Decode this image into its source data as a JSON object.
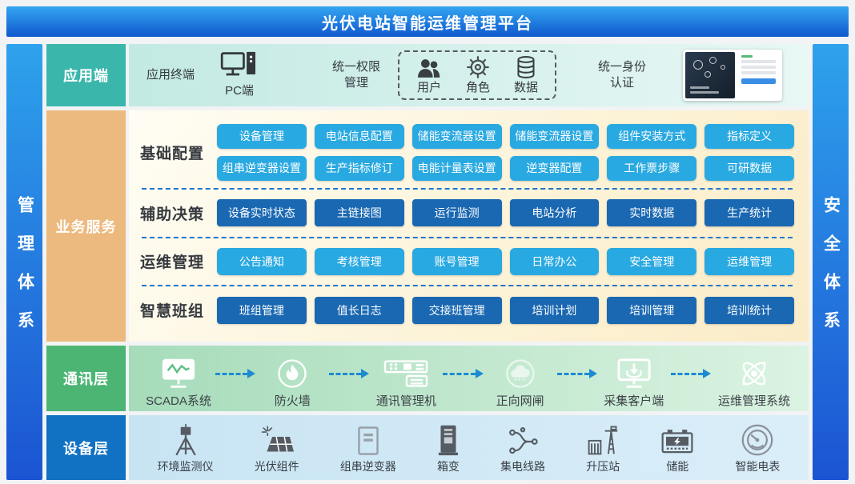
{
  "header": {
    "title": "光伏电站智能运维管理平台"
  },
  "sidebars": {
    "left": "管理体系",
    "right": "安全体系"
  },
  "app_layer": {
    "label": "应用端",
    "terminal_label": "应用终端",
    "pc_label": "PC端",
    "perm_line1": "统一权限",
    "perm_line2": "管理",
    "perm_items": [
      {
        "label": "用户",
        "icon": "users-icon"
      },
      {
        "label": "角色",
        "icon": "gear-icon"
      },
      {
        "label": "数据",
        "icon": "database-icon"
      }
    ],
    "identity_line1": "统一身份",
    "identity_line2": "认证"
  },
  "business_layer": {
    "label": "业务服务",
    "groups": [
      {
        "name": "基础配置",
        "rows": [
          [
            "设备管理",
            "电站信息配置",
            "储能变流器设置",
            "储能变流器设置",
            "组件安装方式",
            "指标定义"
          ],
          [
            "组串逆变器设置",
            "生产指标修订",
            "电能计量表设置",
            "逆变器配置",
            "工作票步骤",
            "可研数据"
          ]
        ]
      },
      {
        "name": "辅助决策",
        "buttons": [
          "设备实时状态",
          "主链接图",
          "运行监测",
          "电站分析",
          "实时数据",
          "生产统计"
        ]
      },
      {
        "name": "运维管理",
        "buttons": [
          "公告通知",
          "考核管理",
          "账号管理",
          "日常办公",
          "安全管理",
          "运维管理"
        ]
      },
      {
        "name": "智慧班组",
        "buttons": [
          "班组管理",
          "值长日志",
          "交接班管理",
          "培训计划",
          "培训管理",
          "培训统计"
        ]
      }
    ]
  },
  "comm_layer": {
    "label": "通讯层",
    "nodes": [
      {
        "label": "SCADA系统",
        "icon": "scada-monitor-icon"
      },
      {
        "label": "防火墙",
        "icon": "firewall-icon"
      },
      {
        "label": "通讯管理机",
        "icon": "comm-server-icon"
      },
      {
        "label": "正向网闸",
        "icon": "gateway-icon"
      },
      {
        "label": "采集客户端",
        "icon": "collector-client-icon"
      },
      {
        "label": "运维管理系统",
        "icon": "om-system-icon"
      }
    ]
  },
  "device_layer": {
    "label": "设备层",
    "devices": [
      {
        "label": "环境监测仪",
        "icon": "weather-station-icon"
      },
      {
        "label": "光伏组件",
        "icon": "solar-panel-icon"
      },
      {
        "label": "组串逆变器",
        "icon": "string-inverter-icon"
      },
      {
        "label": "箱变",
        "icon": "box-transformer-icon"
      },
      {
        "label": "集电线路",
        "icon": "collector-lines-icon"
      },
      {
        "label": "升压站",
        "icon": "booster-station-icon"
      },
      {
        "label": "储能",
        "icon": "energy-storage-icon"
      },
      {
        "label": "智能电表",
        "icon": "smart-meter-icon"
      }
    ]
  },
  "palette": {
    "header_blue_top": "#33a5f0",
    "header_blue_bottom": "#1058ce",
    "app_label_teal": "#3bb6ab",
    "business_label_orange": "#ecba7e",
    "comm_label_green": "#4cb574",
    "device_label_blue": "#1171c2",
    "button_light_blue": "#29a9e1",
    "button_dark_blue": "#1a68b2",
    "arrow_blue": "#1e8ad2"
  }
}
